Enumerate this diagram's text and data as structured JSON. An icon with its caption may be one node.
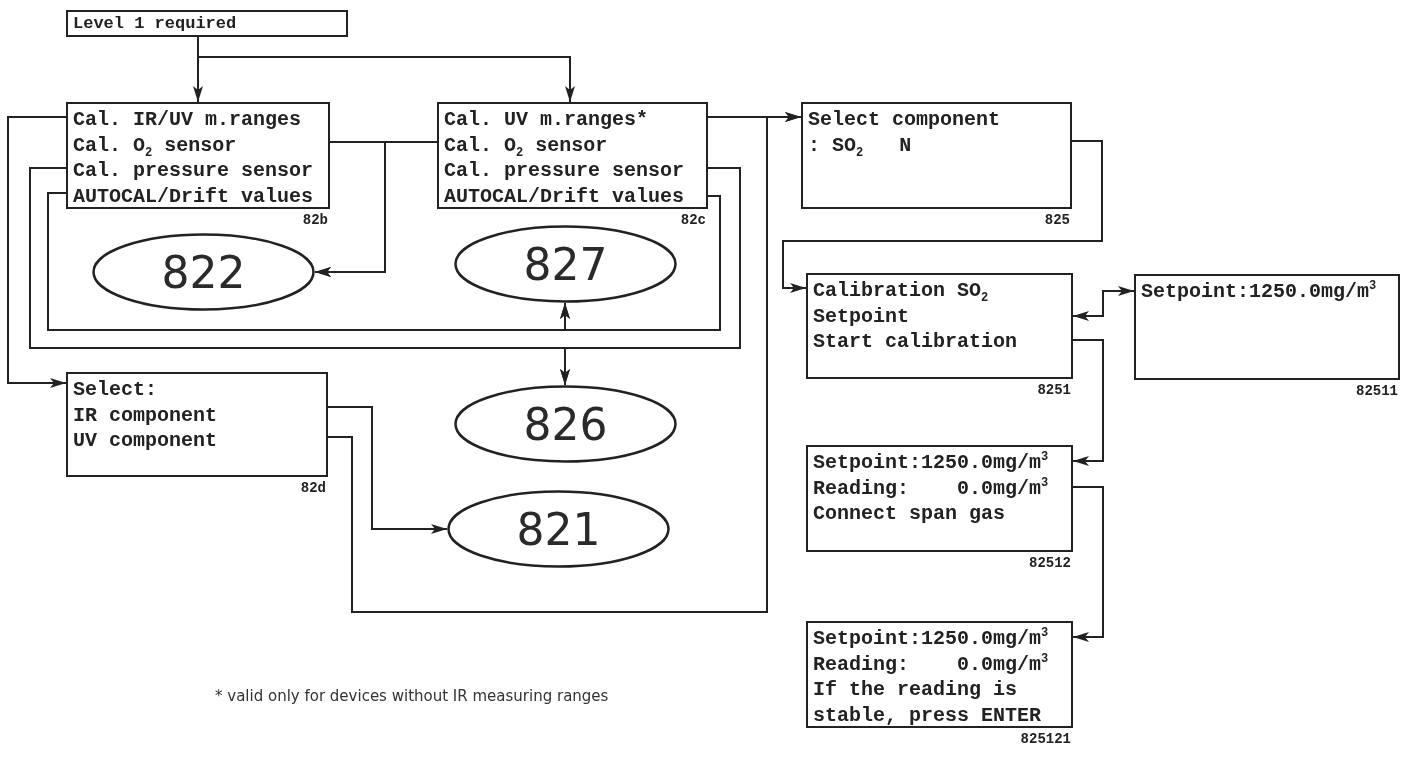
{
  "diagram": {
    "nodes": [
      {
        "text": [
          "Level 1 required"
        ]
      },
      {
        "text": [
          "Cal. IR/UV m.ranges",
          "Cal. O$_{2}$ sensor",
          "Cal. pressure sensor",
          "AUTOCAL/Drift values"
        ],
        "beside": [
          "82b"
        ]
      },
      {
        "text": [
          "Cal. UV m.ranges*",
          "Cal. O$_{2}$ sensor",
          "Cal. pressure sensor",
          "AUTOCAL/Drift values"
        ],
        "beside": [
          "82c"
        ]
      },
      {
        "text": [
          "Select component",
          ": SO$_{2}$   N"
        ],
        "beside": [
          "825"
        ]
      },
      {
        "text": [
          "822"
        ]
      },
      {
        "text": [
          "827"
        ]
      },
      {
        "text": [
          "Calibration SO$_{2}$",
          "Setpoint",
          "Start calibration"
        ],
        "beside": [
          "8251"
        ]
      },
      {
        "text": [
          "Setpoint:1250.0mg/m$^{3}$"
        ],
        "beside": [
          "82511"
        ]
      },
      {
        "text": [
          "Select:",
          "IR component",
          "UV component"
        ],
        "beside": [
          "82d"
        ]
      },
      {
        "text": [
          "826"
        ]
      },
      {
        "text": [
          "Setpoint:1250.0mg/m$^{3}$",
          "Reading:    0.0mg/m$^{3}$",
          "Connect span gas"
        ],
        "beside": [
          "82512"
        ]
      },
      {
        "text": [
          "821"
        ]
      },
      {
        "text": [
          "Setpoint:1250.0mg/m$^{3}$",
          "Reading:    0.0mg/m$^{3}$",
          "If the reading is stable, press ENTER"
        ],
        "beside": [
          "825121"
        ]
      }
    ],
    "edges": [
      {
        "from": 0,
        "to": 1,
        "arrow": "to"
      },
      {
        "from": 0,
        "to": 2,
        "arrow": "to"
      },
      {
        "from": 1,
        "to": 4,
        "arrow": "to"
      },
      {
        "from": 2,
        "to": 4,
        "arrow": "to"
      },
      {
        "from": 1,
        "to": 5,
        "arrow": "to"
      },
      {
        "from": 2,
        "to": 5,
        "arrow": "to"
      },
      {
        "from": 1,
        "to": 9,
        "arrow": "to"
      },
      {
        "from": 2,
        "to": 9,
        "arrow": "to"
      },
      {
        "from": 1,
        "to": 8,
        "arrow": "to"
      },
      {
        "from": 2,
        "to": 3,
        "arrow": "to"
      },
      {
        "from": 8,
        "to": 11,
        "arrow": "to"
      },
      {
        "from": 8,
        "to": 3,
        "arrow": "to"
      },
      {
        "from": 3,
        "to": 6,
        "arrow": "to"
      },
      {
        "from": 6,
        "to": 7,
        "arrow": "both"
      },
      {
        "from": 6,
        "to": 10,
        "arrow": "to"
      },
      {
        "from": 10,
        "to": 12,
        "arrow": "to"
      }
    ],
    "labels": [
      "* valid only for devices without IR measuring ranges"
    ]
  }
}
